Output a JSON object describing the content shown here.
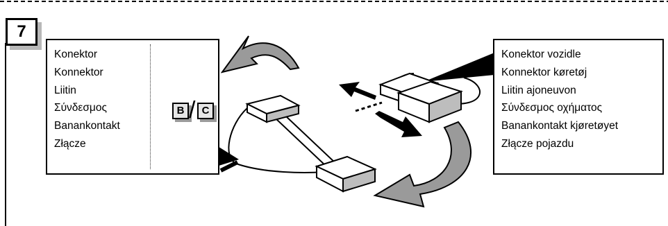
{
  "step": {
    "number": "7"
  },
  "left_labels": [
    "Konektor",
    "Konnektor",
    "Liitin",
    "Σύνδεσμος",
    "Banankontakt",
    "Złącze"
  ],
  "badges": {
    "b": "B",
    "separator": "/",
    "c": "C"
  },
  "right_labels": [
    "Konektor vozidle",
    "Konnektor køretøj",
    "Liitin ajoneuvon",
    "Σύνδεσμος οχήματος",
    "Banankontakt kjøretøyet",
    "Złącze pojazdu"
  ],
  "colors": {
    "arrow_fill": "#9a9a9a",
    "black": "#000000",
    "shadow": "#b8b8b8"
  }
}
